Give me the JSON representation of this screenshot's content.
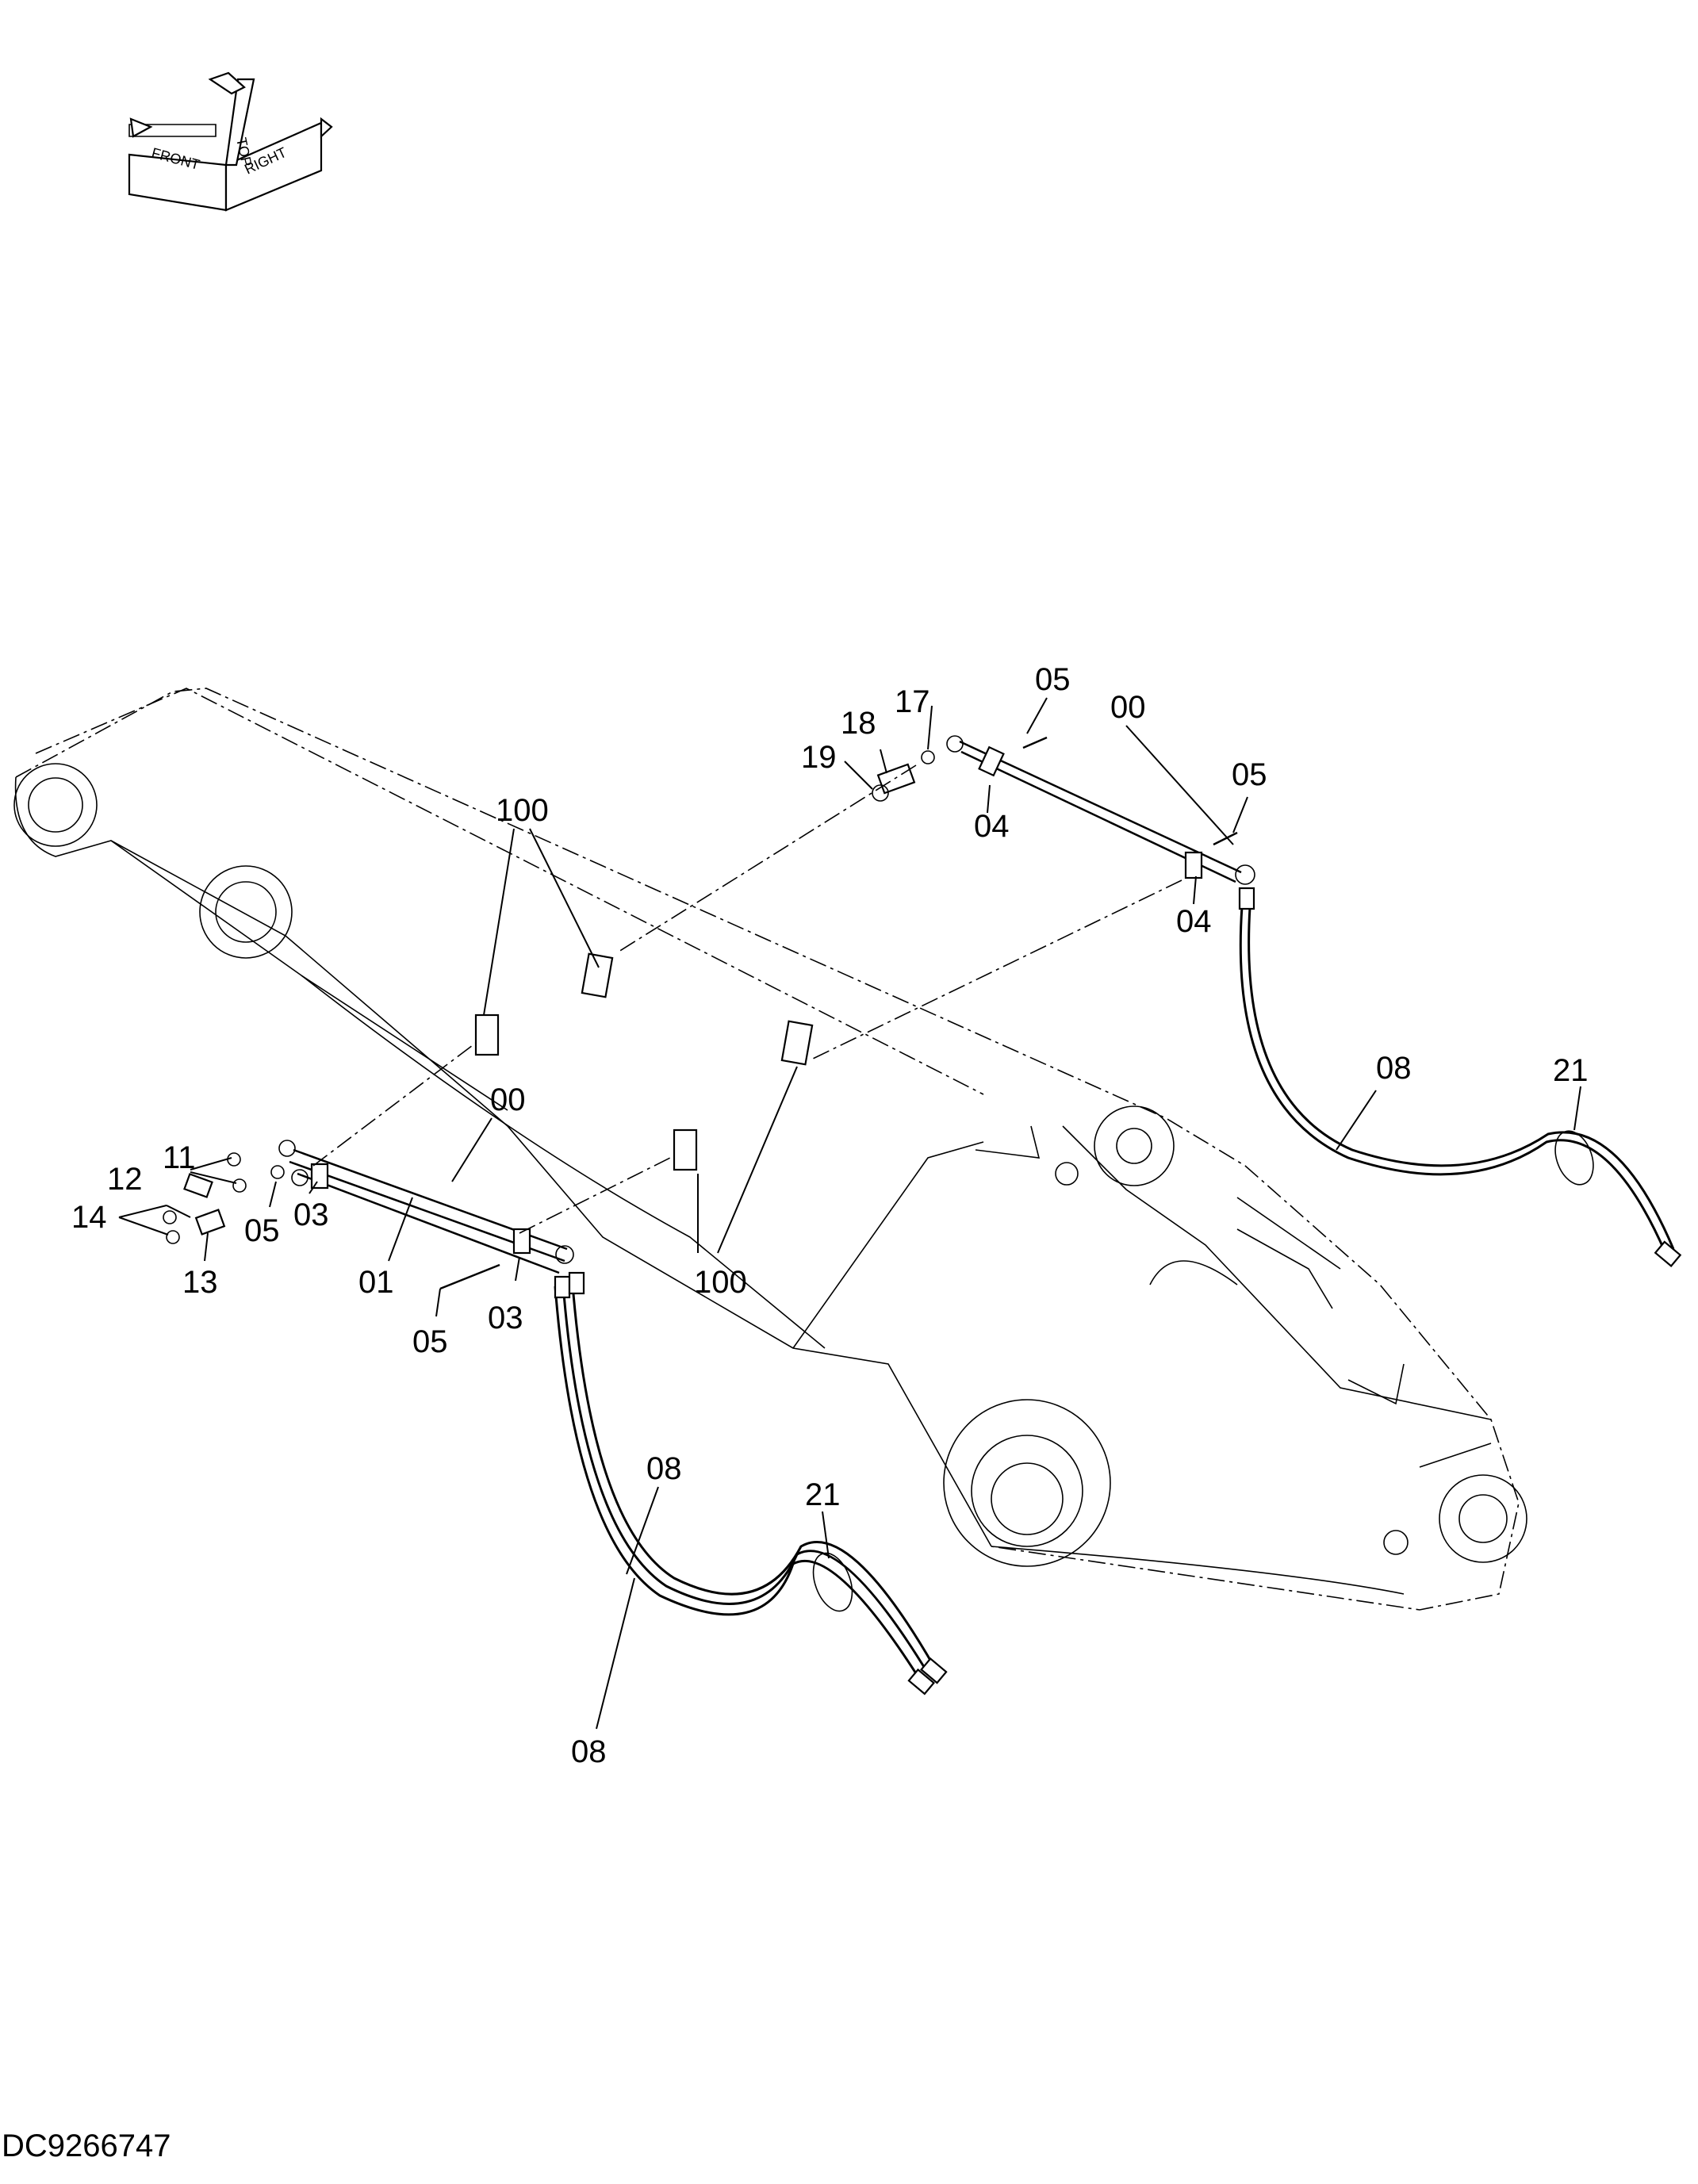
{
  "diagram": {
    "drawing_number": "DC9266747",
    "orientation_indicator": {
      "labels": [
        "TOP",
        "FRONT",
        "RIGHT"
      ]
    },
    "callouts": [
      {
        "id": "c-00a",
        "text": "00"
      },
      {
        "id": "c-05a",
        "text": "05"
      },
      {
        "id": "c-17",
        "text": "17"
      },
      {
        "id": "c-18",
        "text": "18"
      },
      {
        "id": "c-19",
        "text": "19"
      },
      {
        "id": "c-04a",
        "text": "04"
      },
      {
        "id": "c-05b",
        "text": "05"
      },
      {
        "id": "c-04b",
        "text": "04"
      },
      {
        "id": "c-100a",
        "text": "100"
      },
      {
        "id": "c-08a",
        "text": "08"
      },
      {
        "id": "c-21a",
        "text": "21"
      },
      {
        "id": "c-00b",
        "text": "00"
      },
      {
        "id": "c-11",
        "text": "11"
      },
      {
        "id": "c-12",
        "text": "12"
      },
      {
        "id": "c-14",
        "text": "14"
      },
      {
        "id": "c-05c",
        "text": "05"
      },
      {
        "id": "c-03a",
        "text": "03"
      },
      {
        "id": "c-13",
        "text": "13"
      },
      {
        "id": "c-01",
        "text": "01"
      },
      {
        "id": "c-100b",
        "text": "100"
      },
      {
        "id": "c-05d",
        "text": "05"
      },
      {
        "id": "c-03b",
        "text": "03"
      },
      {
        "id": "c-08b",
        "text": "08"
      },
      {
        "id": "c-21b",
        "text": "21"
      },
      {
        "id": "c-08c",
        "text": "08"
      }
    ]
  }
}
